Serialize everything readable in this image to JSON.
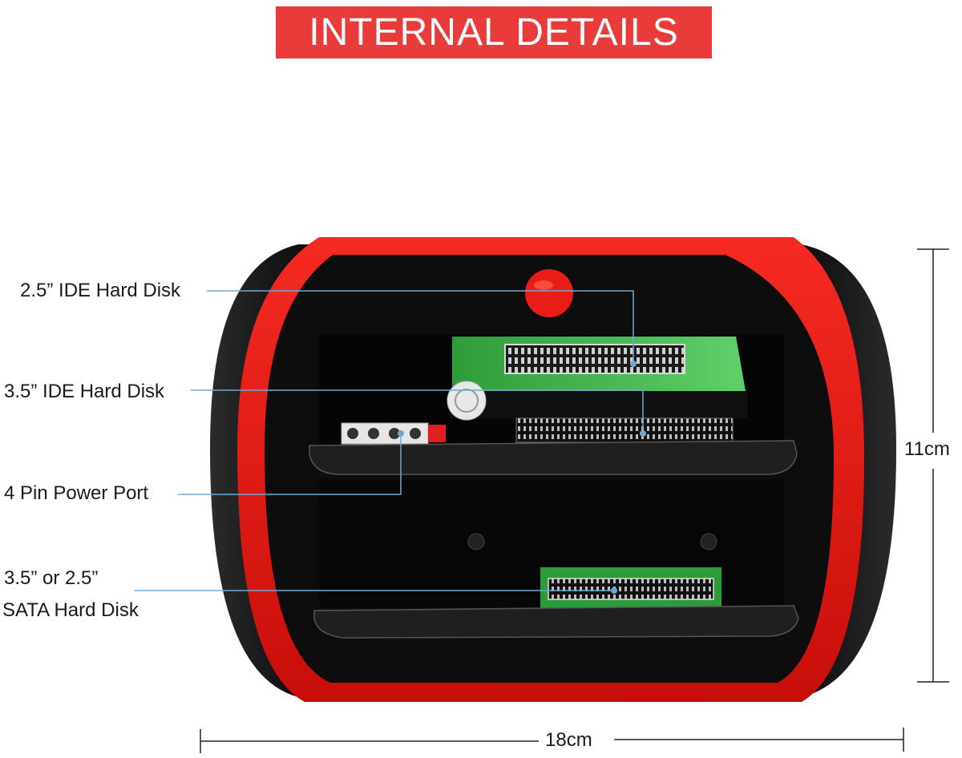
{
  "banner": {
    "title": "INTERNAL DETAILS",
    "color": "#ea3b3b"
  },
  "callouts": {
    "ide_25": "2.5” IDE Hard Disk",
    "ide_35": "3.5” IDE Hard Disk",
    "power_port": "4 Pin Power Port",
    "sata_line1": "3.5” or 2.5”",
    "sata_line2": "SATA Hard Disk",
    "line_color": "#6ea9d6"
  },
  "dimensions": {
    "height": "11cm",
    "width": "18cm"
  },
  "device": {
    "shell_color": "#e8130f",
    "body_color": "#0d0d0d",
    "ide_25_board_color": "#3fbf4a",
    "power_connector_color": "#e02020"
  }
}
